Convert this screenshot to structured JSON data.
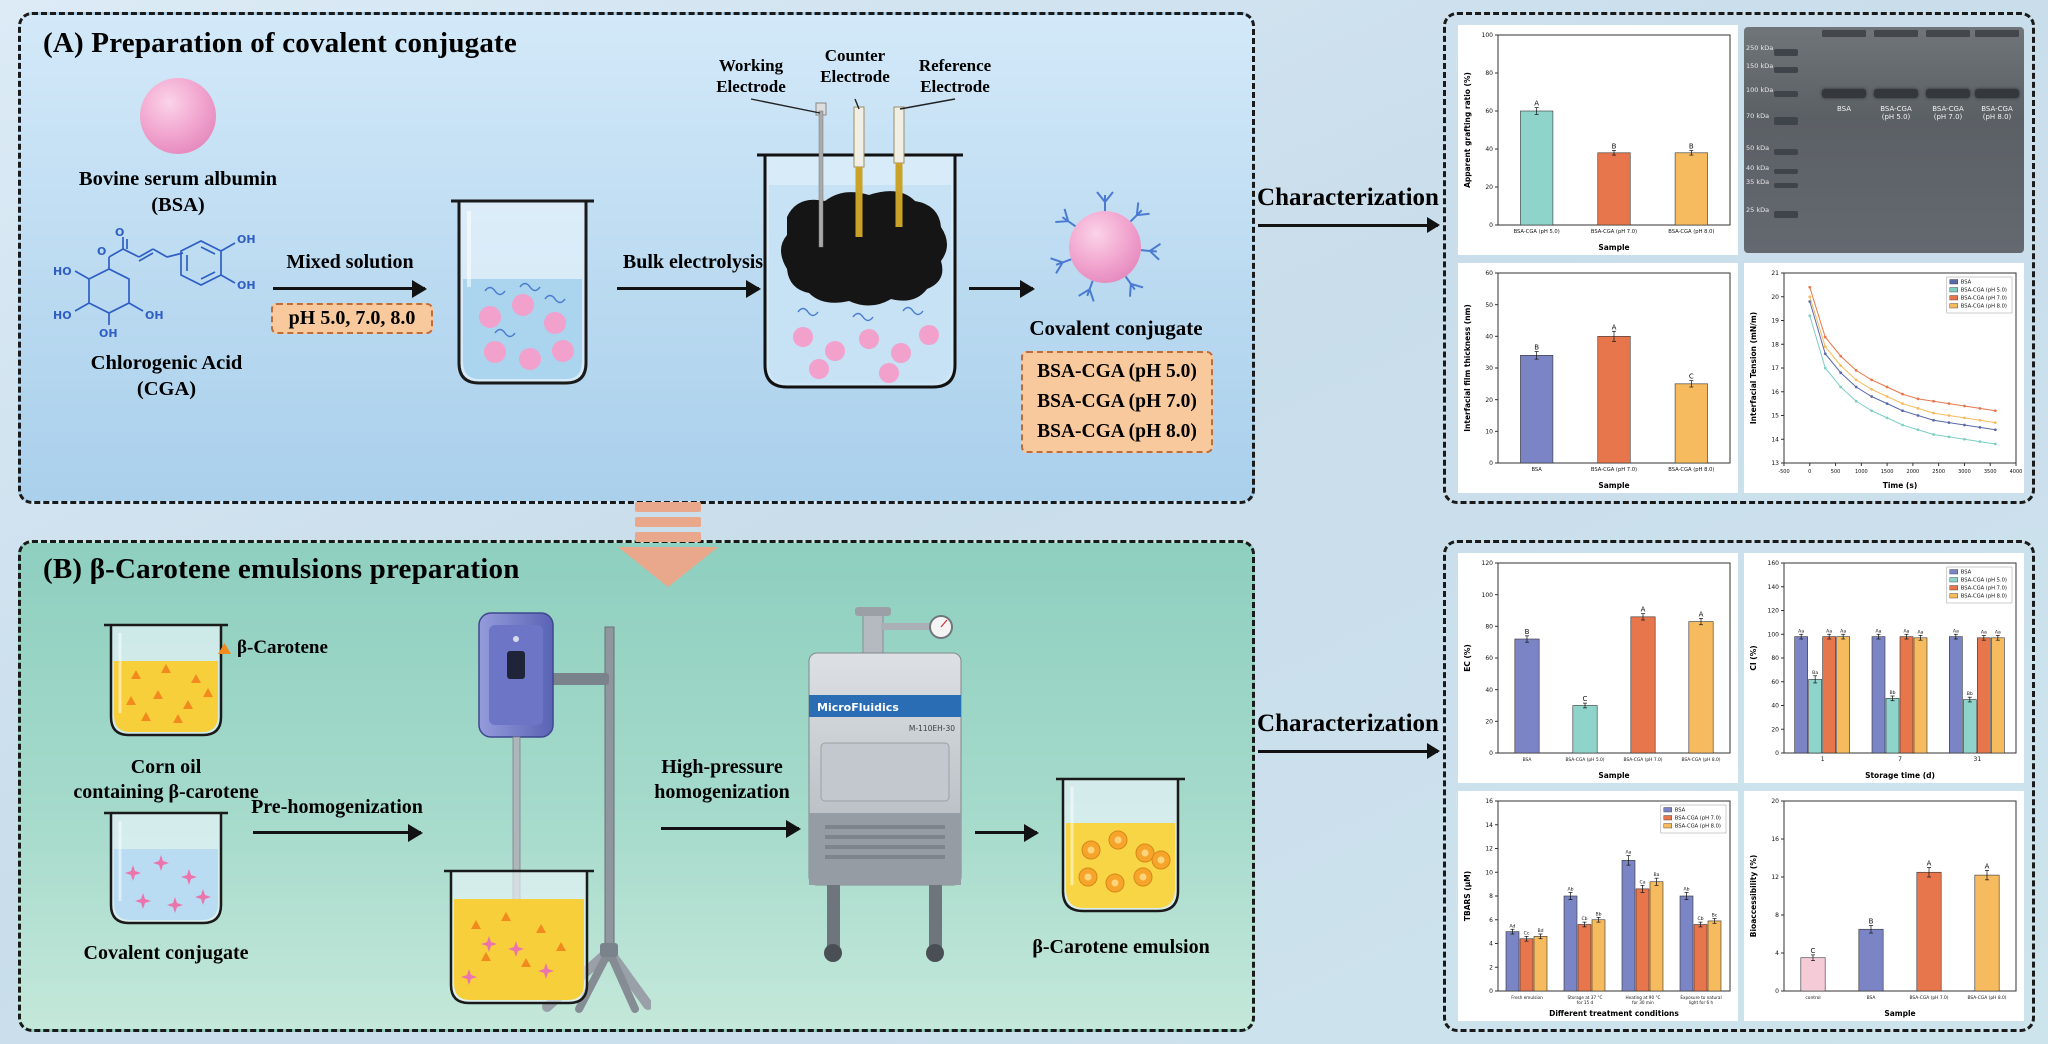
{
  "figure": {
    "panel_a": {
      "title": "(A) Preparation of covalent conjugate",
      "bsa_label": "Bovine serum albumin\n(BSA)",
      "cga_label": "Chlorogenic Acid\n(CGA)",
      "cga_labels": {
        "ho": "HO",
        "oh": "OH",
        "o": "O"
      },
      "mixed_solution_label": "Mixed solution",
      "ph_box": "pH 5.0, 7.0, 8.0",
      "bulk_electrolysis_label": "Bulk electrolysis",
      "electrode_working": "Working\nElectrode",
      "electrode_counter": "Counter\nElectrode",
      "electrode_reference": "Reference\nElectrode",
      "conjugate_label": "Covalent conjugate",
      "conjugate_box": "BSA-CGA (pH 5.0)\nBSA-CGA (pH 7.0)\nBSA-CGA (pH 8.0)",
      "characterization": "Characterization"
    },
    "panel_b": {
      "title": "(B) β-Carotene emulsions preparation",
      "beta_carotene_label": "β-Carotene",
      "corn_oil_label": "Corn oil\ncontaining β-carotene",
      "conjugate_label": "Covalent conjugate",
      "pre_homogenization_label": "Pre-homogenization",
      "high_pressure_label": "High-pressure\nhomogenization",
      "machine_brand": "MicroFluidics",
      "machine_model": "M-110EH-30",
      "emulsion_label": "β-Carotene emulsion",
      "characterization": "Characterization"
    }
  },
  "gel": {
    "marker_labels": [
      "250 kDa",
      "150 kDa",
      "100 kDa",
      "70 kDa",
      "50 kDa",
      "40 kDa",
      "35 kDa",
      "25 kDa"
    ],
    "lane_labels": [
      "BSA",
      "BSA-CGA\n(pH 5.0)",
      "BSA-CGA\n(pH 7.0)",
      "BSA-CGA\n(pH 8.0)"
    ]
  },
  "chart_data": [
    {
      "id": "apparent_grafting_ratio",
      "type": "bar",
      "ylabel": "Apparent grafting ratio (%)",
      "xlabel": "Sample",
      "ylim": [
        0,
        100
      ],
      "yticks": [
        0,
        20,
        40,
        60,
        80,
        100
      ],
      "categories": [
        "BSA-CGA (pH 5.0)",
        "BSA-CGA (pH 7.0)",
        "BSA-CGA (pH 8.0)"
      ],
      "values": [
        60,
        38,
        38
      ],
      "errors": [
        1.8,
        1.2,
        1.2
      ],
      "letters": [
        "A",
        "B",
        "B"
      ],
      "colors": [
        "#8fd4cb",
        "#e8764d",
        "#f6bb5e"
      ],
      "cat_fs": 5.2
    },
    {
      "id": "interfacial_film_thickness",
      "type": "bar",
      "ylabel": "Interfacial film thickness (nm)",
      "xlabel": "Sample",
      "ylim": [
        0,
        60
      ],
      "yticks": [
        0,
        10,
        20,
        30,
        40,
        50,
        60
      ],
      "categories": [
        "BSA",
        "BSA-CGA (pH 7.0)",
        "BSA-CGA (pH 8.0)"
      ],
      "values": [
        34,
        40,
        25
      ],
      "errors": [
        1.2,
        1.6,
        1.0
      ],
      "letters": [
        "B",
        "A",
        "C"
      ],
      "colors": [
        "#7b84c4",
        "#e8764d",
        "#f6bb5e"
      ],
      "cat_fs": 5.2
    },
    {
      "id": "interfacial_tension",
      "type": "line",
      "ylabel": "Interfacial Tension (mN/m)",
      "xlabel": "Time (s)",
      "ylim": [
        13,
        21
      ],
      "yticks": [
        13,
        14,
        15,
        16,
        17,
        18,
        19,
        20,
        21
      ],
      "xlim": [
        -500,
        4000
      ],
      "xticks": [
        -500,
        0,
        500,
        1000,
        1500,
        2000,
        2500,
        3000,
        3500,
        4000
      ],
      "legend": true,
      "series": [
        {
          "name": "BSA",
          "color": "#5a6aa8",
          "x": [
            0,
            300,
            600,
            900,
            1200,
            1500,
            1800,
            2100,
            2400,
            2700,
            3000,
            3300,
            3600
          ],
          "y": [
            19.8,
            17.6,
            16.8,
            16.2,
            15.8,
            15.5,
            15.2,
            15.0,
            14.8,
            14.7,
            14.6,
            14.5,
            14.4
          ]
        },
        {
          "name": "BSA-CGA (pH 5.0)",
          "color": "#7fcec4",
          "x": [
            0,
            300,
            600,
            900,
            1200,
            1500,
            1800,
            2100,
            2400,
            2700,
            3000,
            3300,
            3600
          ],
          "y": [
            19.2,
            17.0,
            16.2,
            15.6,
            15.2,
            14.9,
            14.6,
            14.4,
            14.2,
            14.1,
            14.0,
            13.9,
            13.8
          ]
        },
        {
          "name": "BSA-CGA (pH 7.0)",
          "color": "#e8764d",
          "x": [
            0,
            300,
            600,
            900,
            1200,
            1500,
            1800,
            2100,
            2400,
            2700,
            3000,
            3300,
            3600
          ],
          "y": [
            20.4,
            18.3,
            17.5,
            16.9,
            16.5,
            16.2,
            15.9,
            15.7,
            15.6,
            15.5,
            15.4,
            15.3,
            15.2
          ]
        },
        {
          "name": "BSA-CGA (pH 8.0)",
          "color": "#f6bb5e",
          "x": [
            0,
            300,
            600,
            900,
            1200,
            1500,
            1800,
            2100,
            2400,
            2700,
            3000,
            3300,
            3600
          ],
          "y": [
            20.0,
            17.9,
            17.1,
            16.5,
            16.1,
            15.8,
            15.5,
            15.3,
            15.1,
            15.0,
            14.9,
            14.8,
            14.7
          ]
        }
      ]
    },
    {
      "id": "ec",
      "type": "bar",
      "ylabel": "EC (%)",
      "xlabel": "Sample",
      "ylim": [
        0,
        120
      ],
      "yticks": [
        0,
        20,
        40,
        60,
        80,
        100,
        120
      ],
      "categories": [
        "BSA",
        "BSA-CGA (pH 5.0)",
        "BSA-CGA (pH 7.0)",
        "BSA-CGA (pH 8.0)"
      ],
      "values": [
        72,
        30,
        86,
        83
      ],
      "errors": [
        2,
        1.5,
        2,
        2
      ],
      "letters": [
        "B",
        "C",
        "A",
        "A"
      ],
      "colors": [
        "#7b84c4",
        "#8fd4cb",
        "#e8764d",
        "#f6bb5e"
      ],
      "cat_fs": 4.4
    },
    {
      "id": "ci",
      "type": "bar",
      "ylabel": "CI (%)",
      "xlabel": "Storage time (d)",
      "ylim": [
        0,
        160
      ],
      "yticks": [
        0,
        20,
        40,
        60,
        80,
        100,
        120,
        140,
        160
      ],
      "categories": [
        "1",
        "7",
        "31"
      ],
      "legend": true,
      "series": [
        {
          "name": "BSA",
          "color": "#7b84c4",
          "values": [
            98,
            98,
            98
          ],
          "errors": [
            2,
            2,
            2
          ]
        },
        {
          "name": "BSA-CGA (pH 5.0)",
          "color": "#8fd4cb",
          "values": [
            62,
            46,
            45
          ],
          "errors": [
            3,
            2,
            2
          ]
        },
        {
          "name": "BSA-CGA (pH 7.0)",
          "color": "#e8764d",
          "values": [
            98,
            98,
            97
          ],
          "errors": [
            2,
            2,
            2
          ]
        },
        {
          "name": "BSA-CGA (pH 8.0)",
          "color": "#f6bb5e",
          "values": [
            98,
            97,
            97
          ],
          "errors": [
            2,
            2,
            2
          ]
        }
      ],
      "letters": [
        [
          "Aa",
          "Ba",
          "Aa",
          "Aa"
        ],
        [
          "Aa",
          "Bb",
          "Aa",
          "Aa"
        ],
        [
          "Aa",
          "Bb",
          "Aa",
          "Aa"
        ]
      ],
      "cat_fs": 6
    },
    {
      "id": "tbars",
      "type": "bar",
      "ylabel": "TBARS (μM)",
      "xlabel": "Different treatment conditions",
      "ylim": [
        0,
        16
      ],
      "yticks": [
        0,
        2,
        4,
        6,
        8,
        10,
        12,
        14,
        16
      ],
      "categories": [
        "Fresh emulsion",
        "Storage at 37 °C\nfor 15 d",
        "Heating at 90 °C\nfor 30 min",
        "Exposure to natural\nlight for 6 h"
      ],
      "legend": true,
      "series": [
        {
          "name": "BSA",
          "color": "#7b84c4",
          "values": [
            5.0,
            8.0,
            11.0,
            8.0
          ],
          "errors": [
            0.2,
            0.3,
            0.4,
            0.3
          ]
        },
        {
          "name": "BSA-CGA (pH 7.0)",
          "color": "#e8764d",
          "values": [
            4.4,
            5.6,
            8.6,
            5.6
          ],
          "errors": [
            0.2,
            0.2,
            0.3,
            0.2
          ]
        },
        {
          "name": "BSA-CGA (pH 8.0)",
          "color": "#f6bb5e",
          "values": [
            4.6,
            6.0,
            9.2,
            5.9
          ],
          "errors": [
            0.2,
            0.2,
            0.3,
            0.2
          ]
        }
      ],
      "letters": [
        [
          "Ad",
          "Cc",
          "Bd"
        ],
        [
          "Ab",
          "Cb",
          "Bb"
        ],
        [
          "Aa",
          "Ca",
          "Ba"
        ],
        [
          "Ab",
          "Cb",
          "Bc"
        ]
      ],
      "cat_fs": 4.2
    },
    {
      "id": "bioaccessibility",
      "type": "bar",
      "ylabel": "Bioaccessibility (%)",
      "xlabel": "Sample",
      "ylim": [
        0,
        20
      ],
      "yticks": [
        0,
        4,
        8,
        12,
        16,
        20
      ],
      "categories": [
        "control",
        "BSA",
        "BSA-CGA (pH 7.0)",
        "BSA-CGA (pH 8.0)"
      ],
      "values": [
        3.5,
        6.5,
        12.5,
        12.2
      ],
      "errors": [
        0.3,
        0.4,
        0.5,
        0.5
      ],
      "letters": [
        "C",
        "B",
        "A",
        "A"
      ],
      "colors": [
        "#f5cbd8",
        "#7b84c4",
        "#e8764d",
        "#f6bb5e"
      ],
      "cat_fs": 4.4
    }
  ]
}
